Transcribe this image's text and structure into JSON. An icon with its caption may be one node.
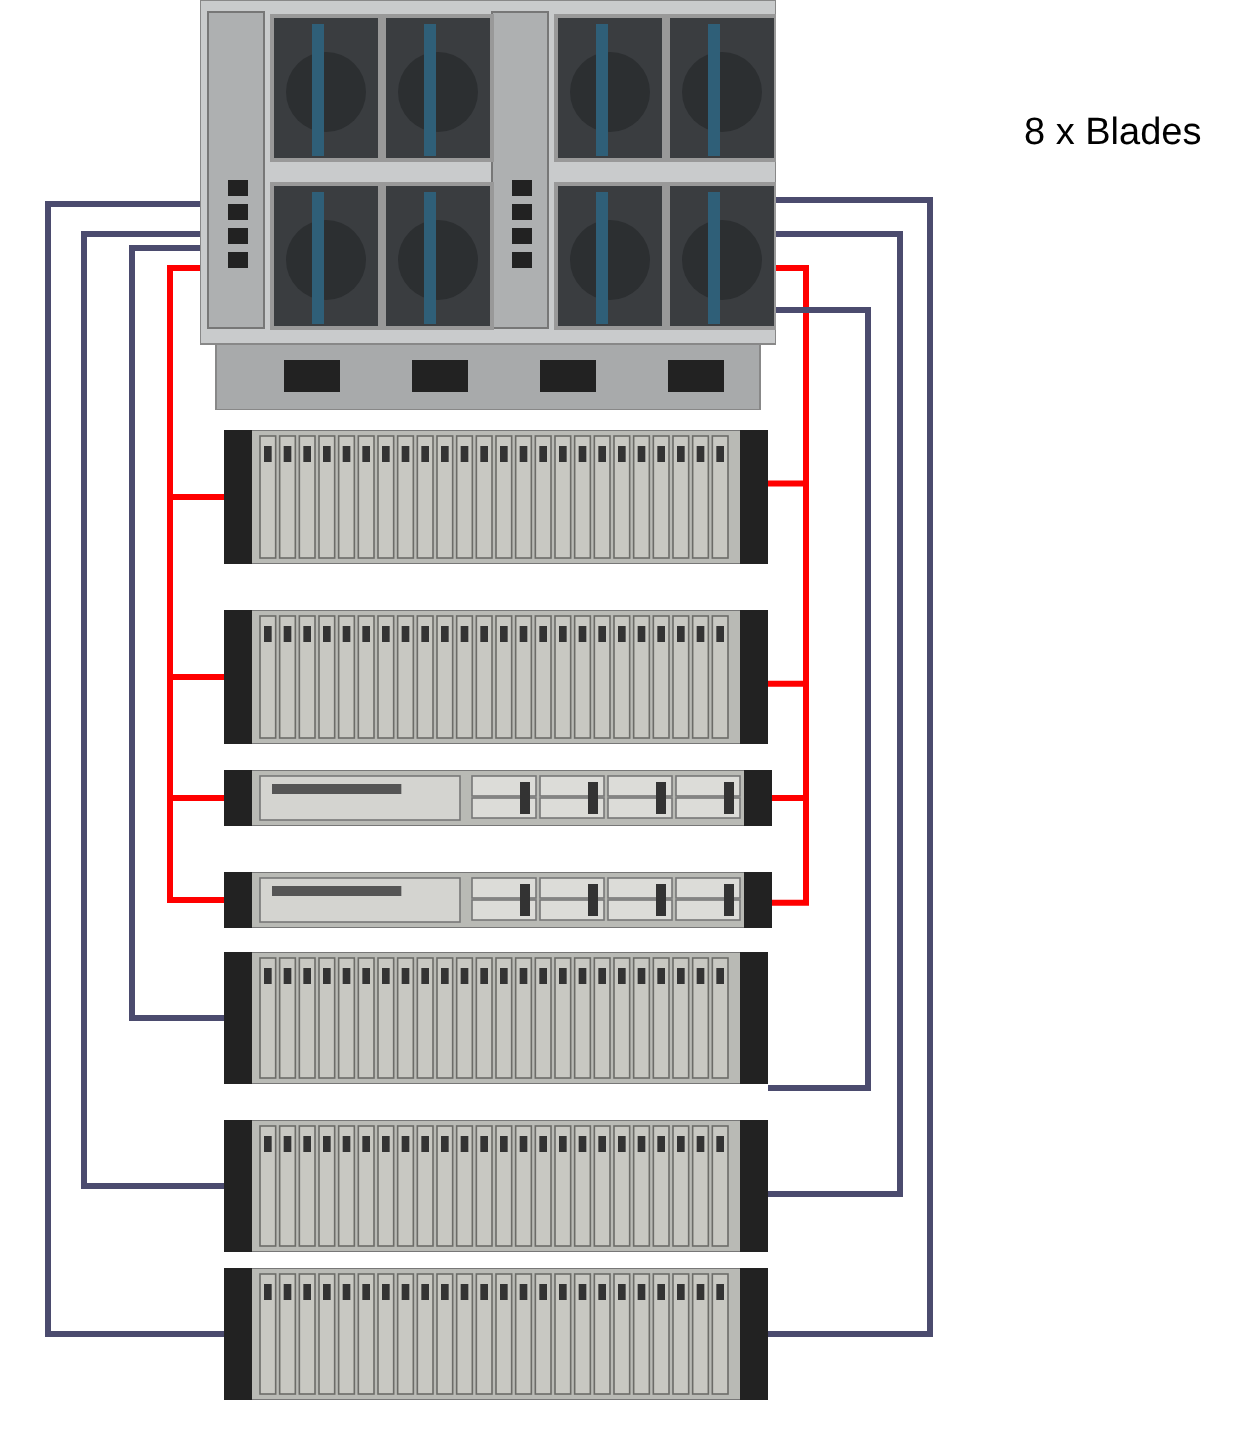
{
  "diagram": {
    "nodes": [
      {
        "text": [],
        "shape": "picture"
      },
      {
        "text": [],
        "shape": "picture"
      },
      {
        "text": [],
        "shape": "picture"
      },
      {
        "text": [],
        "shape": "picture"
      },
      {
        "text": [],
        "shape": "picture"
      },
      {
        "text": [],
        "shape": "picture"
      },
      {
        "text": [],
        "shape": "picture"
      },
      {
        "text": [],
        "shape": "picture"
      }
    ],
    "edges": [
      {
        "from": 0,
        "to": 1,
        "arrow": "none"
      },
      {
        "from": 0,
        "to": 2,
        "arrow": "none"
      },
      {
        "from": 0,
        "to": 3,
        "arrow": "none"
      },
      {
        "from": 0,
        "to": 4,
        "arrow": "none"
      },
      {
        "from": 0,
        "to": 1,
        "arrow": "none"
      },
      {
        "from": 0,
        "to": 2,
        "arrow": "none"
      },
      {
        "from": 0,
        "to": 3,
        "arrow": "none"
      },
      {
        "from": 0,
        "to": 4,
        "arrow": "none"
      },
      {
        "from": 0,
        "to": 5,
        "arrow": "none",
        "color": "#4b4b6e"
      },
      {
        "from": 0,
        "to": 6,
        "arrow": "none",
        "color": "#4b4b6e"
      },
      {
        "from": 0,
        "to": 7,
        "arrow": "none",
        "color": "#4b4b6e"
      },
      {
        "from": 0,
        "to": 5,
        "arrow": "none",
        "color": "#4b4b6e"
      },
      {
        "from": 0,
        "to": 6,
        "arrow": "none",
        "color": "#4b4b6e"
      },
      {
        "from": 0,
        "to": 7,
        "arrow": "none",
        "color": "#4b4b6e"
      }
    ],
    "labels": [
      "8 x Blades"
    ]
  }
}
